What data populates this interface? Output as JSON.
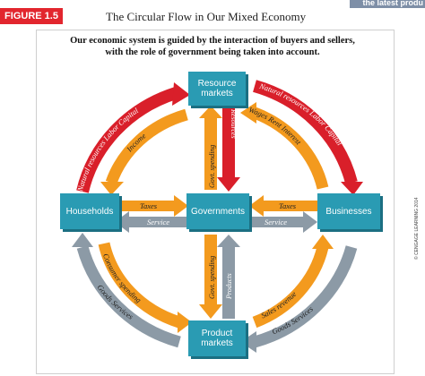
{
  "header": {
    "figure_label": "FIGURE 1.5",
    "title": "The Circular Flow in Our Mixed Economy",
    "corner_tab": "the latest produ"
  },
  "subtitle": {
    "line1": "Our economic system is guided by the interaction of buyers and sellers,",
    "line2": "with the role of government being taken into account."
  },
  "boxes": {
    "resource_markets_l1": "Resource",
    "resource_markets_l2": "markets",
    "households": "Households",
    "governments": "Governments",
    "businesses": "Businesses",
    "product_markets_l1": "Product",
    "product_markets_l2": "markets"
  },
  "flow_labels": {
    "natural_resources_labor_capital_left": "Natural resources  Labor  Capital",
    "income": "Income",
    "natural_resources_labor_capital_right": "Natural resources  Labor  Capital",
    "wages_rent_interest": "Wages  Rent  Interest",
    "govt_spending_top": "Govt. spending",
    "resources": "Resources",
    "taxes_left": "Taxes",
    "service_left": "Service",
    "taxes_right": "Taxes",
    "service_right": "Service",
    "govt_spending_bottom": "Govt. spending",
    "products": "Products",
    "consumer_spending": "Consumer spending",
    "goods_services_left": "Goods  Services",
    "sales_revenue": "Sales revenue",
    "goods_services_right": "Goods  Services"
  },
  "copyright": "© CENGAGE LEARNING 2014",
  "colors": {
    "badge_red": "#e2262e",
    "box_teal": "#2a9bb3",
    "flow_orange": "#f39a1e",
    "flow_red": "#d91f2a",
    "flow_gray": "#8c9aa6"
  }
}
